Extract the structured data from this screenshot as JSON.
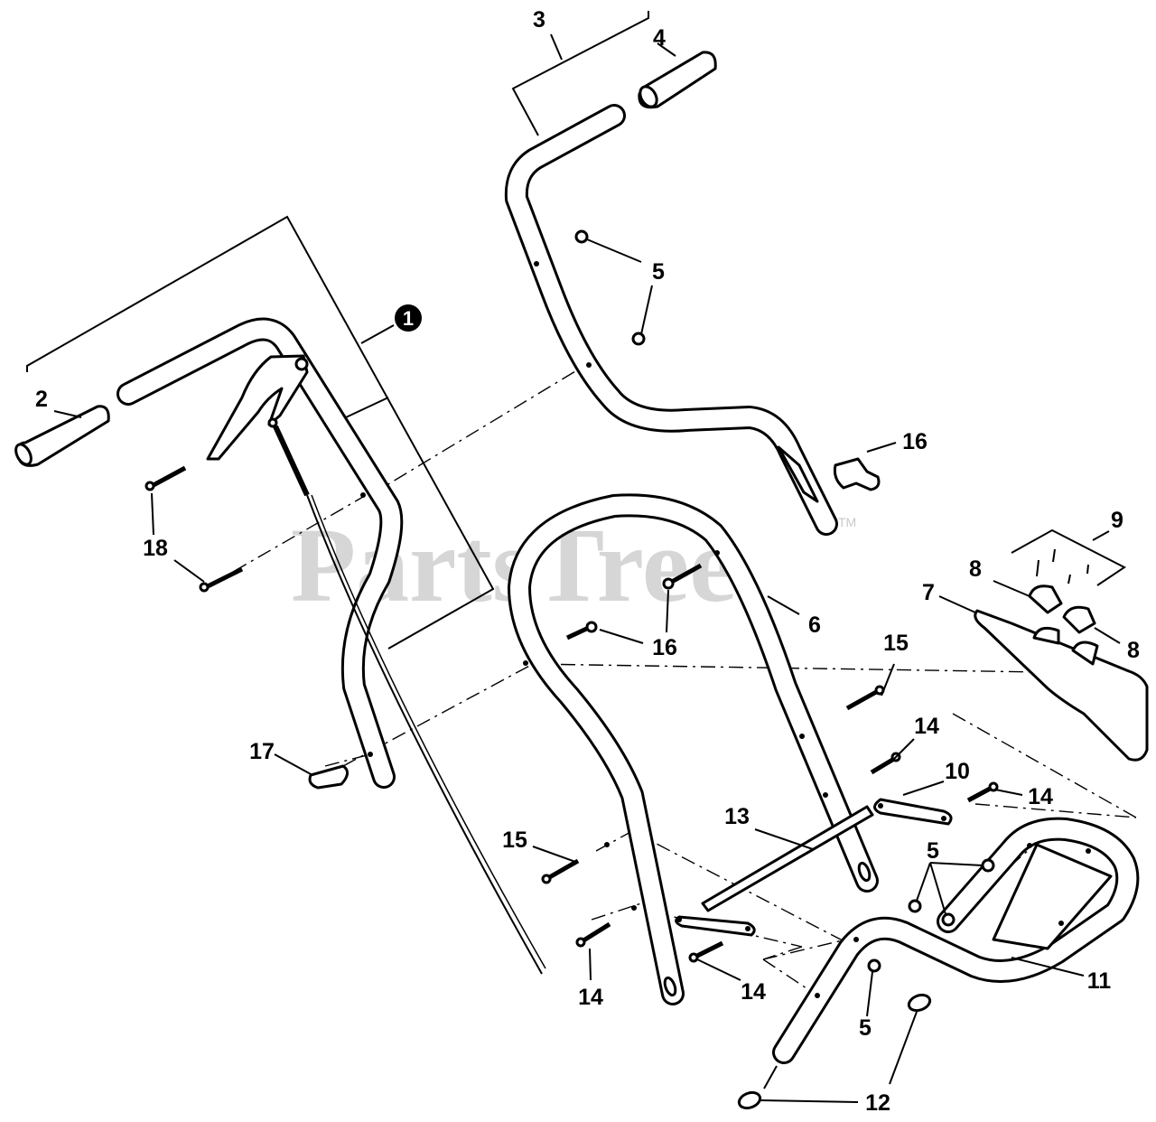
{
  "watermark": {
    "text": "PartsTree",
    "tm": "TM"
  },
  "callouts": {
    "c1": "1",
    "c2": "2",
    "c3": "3",
    "c4": "4",
    "c5a": "5",
    "c5b": "5",
    "c5c": "5",
    "c6": "6",
    "c7": "7",
    "c8a": "8",
    "c8b": "8",
    "c9": "9",
    "c10": "10",
    "c11": "11",
    "c12": "12",
    "c13": "13",
    "c14a": "14",
    "c14b": "14",
    "c14c": "14",
    "c14d": "14",
    "c15a": "15",
    "c15b": "15",
    "c16a": "16",
    "c16b": "16",
    "c17": "17",
    "c18": "18"
  }
}
